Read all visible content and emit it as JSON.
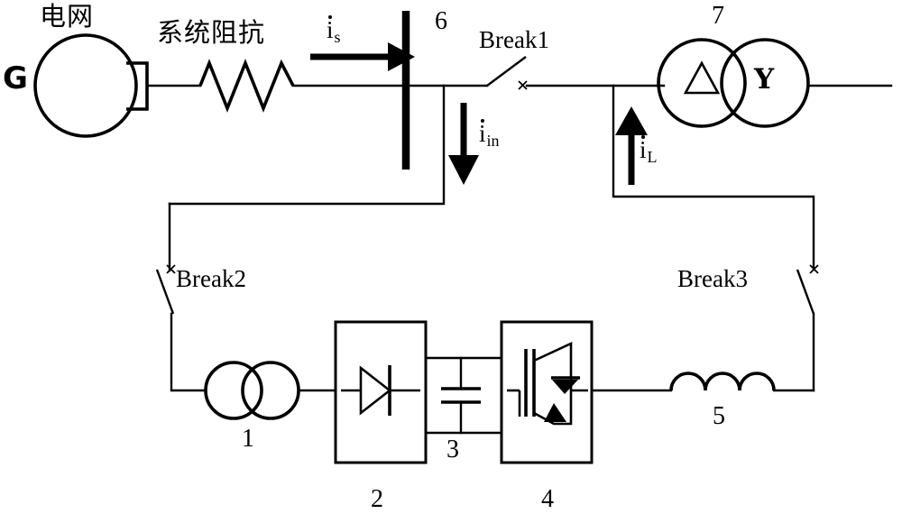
{
  "diagram": {
    "title_text_cjk": {
      "grid": "电网",
      "system_impedance": "系统阻抗"
    },
    "generator": {
      "label": "G",
      "symbol_name": "generator-circle"
    },
    "labels": {
      "bus_number": "6",
      "grid_transformer_number": "7",
      "isolation_transformer_number": "1",
      "rectifier_number": "2",
      "dc_link_capacitor_number": "3",
      "inverter_number": "4",
      "inductor_number": "5"
    },
    "breakers": [
      {
        "id": "break1",
        "label": "Break1"
      },
      {
        "id": "break2",
        "label": "Break2"
      },
      {
        "id": "break3",
        "label": "Break3"
      }
    ],
    "currents": [
      {
        "id": "is",
        "base": "i",
        "sub": "s",
        "direction": "right"
      },
      {
        "id": "iin",
        "base": "i",
        "sub": "in",
        "direction": "down"
      },
      {
        "id": "il",
        "base": "i",
        "sub": "L",
        "direction": "up"
      }
    ],
    "transformer_windings": {
      "primary": "Δ",
      "secondary": "Y"
    },
    "colors": {
      "line": "#000000",
      "background": "#ffffff"
    }
  }
}
